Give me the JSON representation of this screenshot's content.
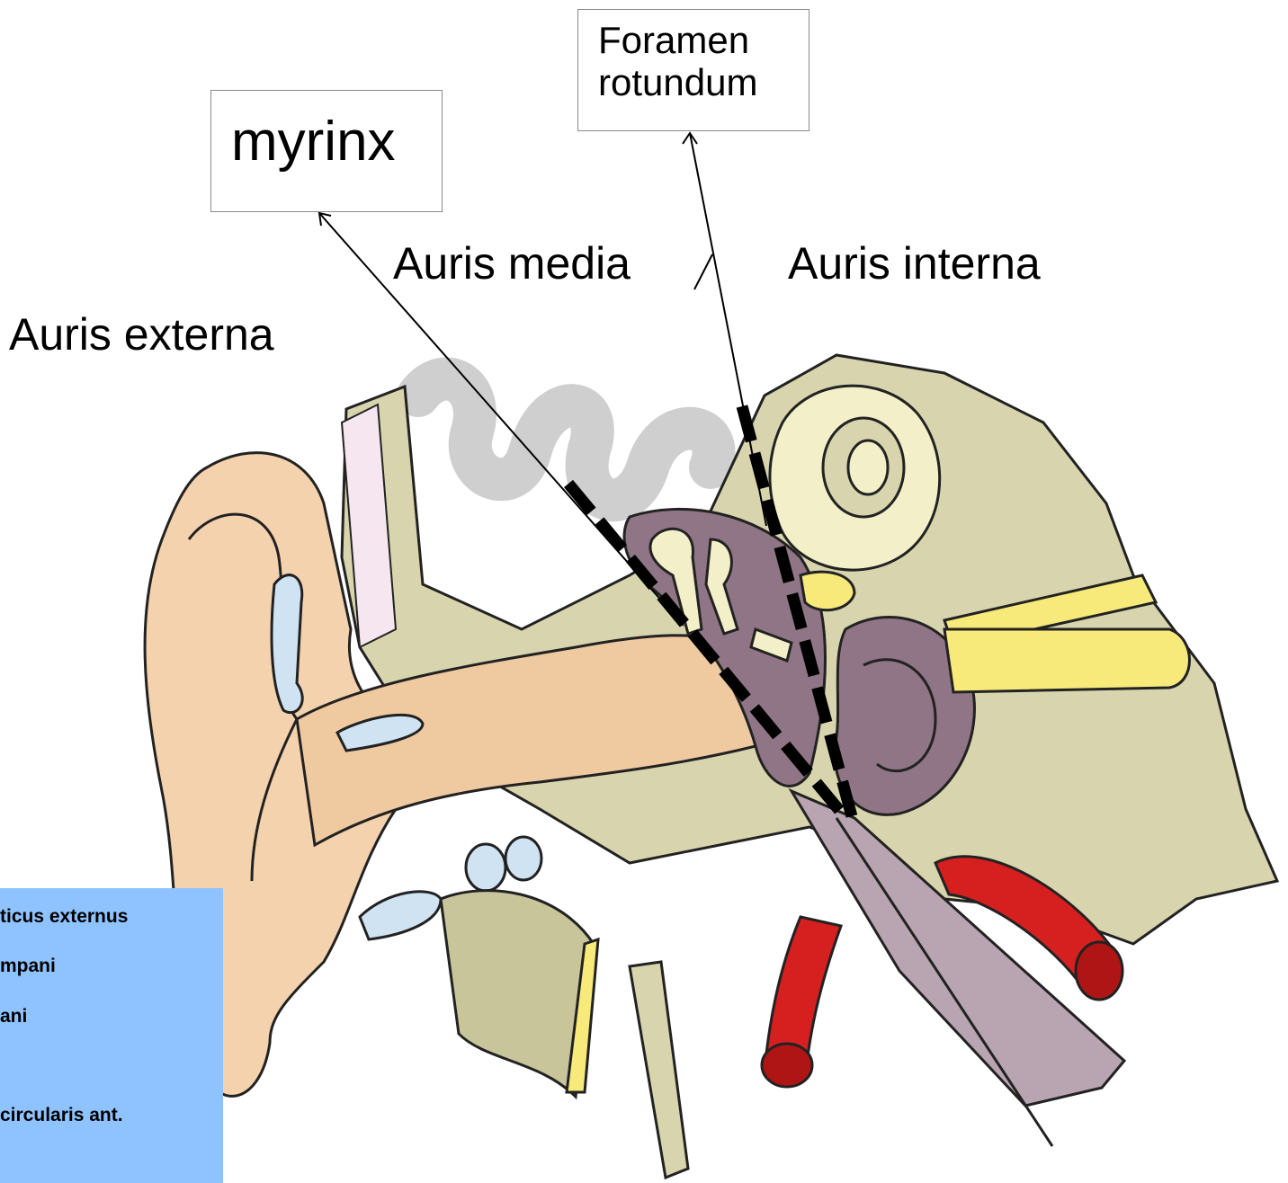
{
  "labels": {
    "auris_externa": "Auris externa",
    "auris_media": "Auris media",
    "auris_interna": "Auris interna"
  },
  "boxes": {
    "myrinx": "myrinx",
    "foramen_line1": "Foramen",
    "foramen_line2": "rotundum"
  },
  "legend": {
    "items": [
      "ticus externus",
      "mpani",
      "ani",
      "circularis ant."
    ]
  },
  "colors": {
    "skin": "#f2c9a0",
    "bone": "#d6d2a8",
    "cartilage": "#cfe3f3",
    "middle_ear_cavity": "#8f7585",
    "inner_ear": "#f2efc9",
    "nerve": "#f7ea7a",
    "artery": "#d62020",
    "tube": "#b9a4b1",
    "watermark": "#c9c9c9",
    "legend_bg": "#8ec3ff"
  }
}
